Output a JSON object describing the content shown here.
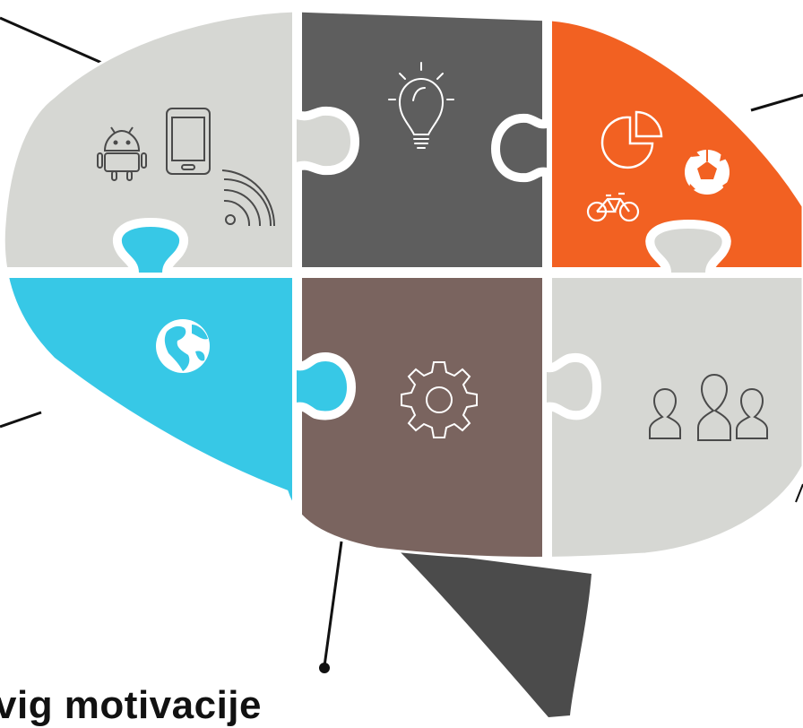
{
  "caption": {
    "text": "vig motivacije"
  },
  "colors": {
    "background": "#ffffff",
    "light_gray": "#d6d7d3",
    "dark_gray": "#5e5e5e",
    "orange": "#f26122",
    "cyan": "#37c8e6",
    "brown": "#7a645f",
    "stem": "#4b4b4b",
    "connector_line": "#111111",
    "icon_white": "#ffffff",
    "icon_outline_dark": "#4a4a4a"
  },
  "pieces": [
    {
      "id": "top-left",
      "color": "light_gray",
      "icons": [
        "android-icon",
        "smartphone-icon",
        "rss-feed-icon"
      ]
    },
    {
      "id": "top-middle",
      "color": "dark_gray",
      "icons": [
        "lightbulb-icon"
      ]
    },
    {
      "id": "top-right",
      "color": "orange",
      "icons": [
        "pie-chart-icon",
        "soccer-ball-icon",
        "bicycle-icon"
      ]
    },
    {
      "id": "bottom-left",
      "color": "cyan",
      "icons": [
        "globe-icon"
      ]
    },
    {
      "id": "bottom-middle",
      "color": "brown",
      "icons": [
        "gear-icon"
      ]
    },
    {
      "id": "bottom-right",
      "color": "light_gray",
      "icons": [
        "users-icon"
      ]
    }
  ]
}
